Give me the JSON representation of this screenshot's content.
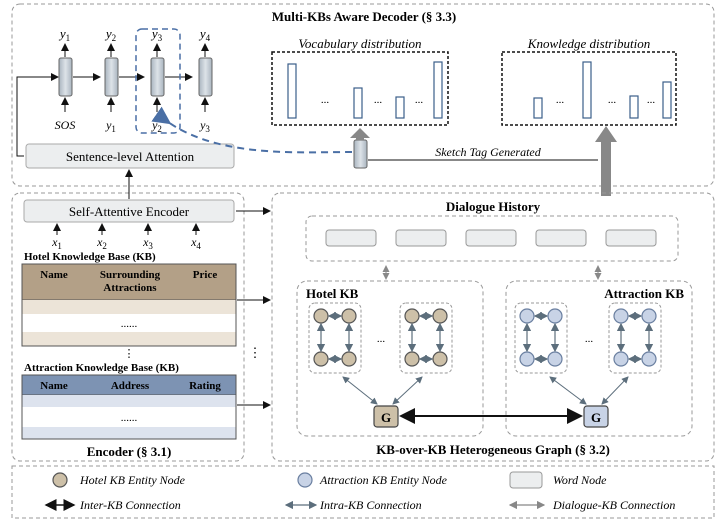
{
  "decoder": {
    "title": "Multi-KBs Aware Decoder (§ 3.3)",
    "outputs": [
      "y1",
      "y2",
      "y3",
      "y4"
    ],
    "inputs": [
      "SOS",
      "y1",
      "y2",
      "y3"
    ],
    "sentence_attention": "Sentence-level Attention",
    "vocab_title": "Vocabulary distribution",
    "knowledge_title": "Knowledge distribution",
    "sketch_label": "Sketch Tag Generated",
    "ellipsis": "..."
  },
  "encoder": {
    "self_attentive": "Self-Attentive Encoder",
    "inputs": [
      "x1",
      "x2",
      "x3",
      "x4"
    ],
    "hotel_kb_title": "Hotel Knowledge Base (KB)",
    "hotel_cols": [
      "Name",
      "Surrounding Attractions",
      "Price"
    ],
    "attraction_kb_title": "Attraction Knowledge Base (KB)",
    "attraction_cols": [
      "Name",
      "Address",
      "Rating"
    ],
    "table_dots": "......",
    "label": "Encoder (§ 3.1)",
    "colors": {
      "hotel_header": "#b3a087",
      "hotel_stripe": "#ece4d8",
      "attr_header": "#7d93b3",
      "attr_stripe": "#dde3ee"
    }
  },
  "graph": {
    "dialogue_history": "Dialogue History",
    "hotel_kb": "Hotel KB",
    "attraction_kb": "Attraction KB",
    "global_node": "G",
    "label": "KB-over-KB Heterogeneous Graph (§ 3.2)",
    "colors": {
      "hotel_node": "#cdc0a8",
      "attr_node": "#c8d3e6"
    }
  },
  "legend": {
    "hotel_node": "Hotel KB Entity Node",
    "attraction_node": "Attraction KB Entity Node",
    "word_node": "Word Node",
    "inter_kb": "Inter-KB Connection",
    "intra_kb": "Intra-KB Connection",
    "dialogue_kb": "Dialogue-KB Connection"
  }
}
